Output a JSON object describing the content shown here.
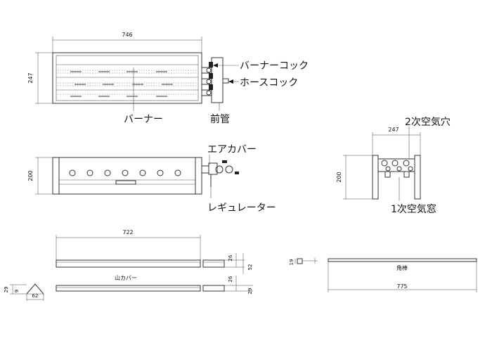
{
  "dimensions": {
    "top_width": "746",
    "top_height": "247",
    "front_height": "200",
    "side_width": "247",
    "side_height": "200",
    "cover_width": "722",
    "cover_h1": "26",
    "cover_h2": "52",
    "cover_h3": "26",
    "cover_h4": "29",
    "small_29": "29",
    "small_9": "9",
    "small_62": "62",
    "bar_width": "775",
    "bar_small": "19"
  },
  "labels": {
    "burner_cock": "バーナーコック",
    "hose_cock": "ホースコック",
    "burner": "バーナー",
    "front_pipe": "前管",
    "air_cover": "エアカバー",
    "regulator": "レギュレーター",
    "secondary_air": "2次空気穴",
    "primary_air": "1次空気窓",
    "mountain_cover": "山カバー",
    "square_bar": "角棒"
  }
}
